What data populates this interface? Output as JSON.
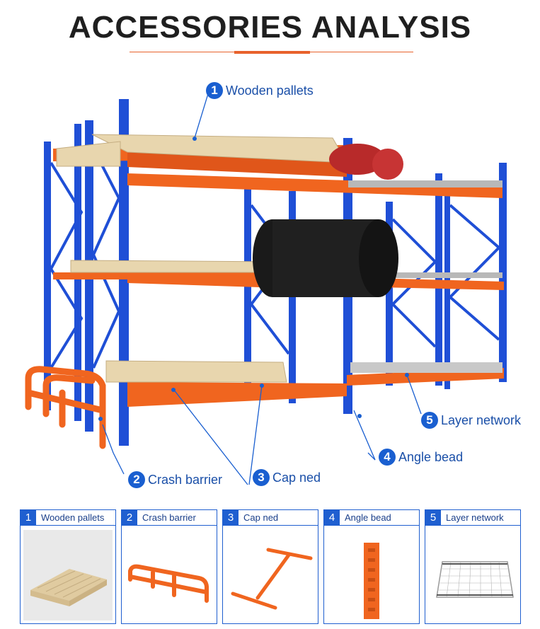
{
  "header": {
    "title": "ACCESSORIES ANALYSIS"
  },
  "callouts": [
    {
      "num": "1",
      "label": "Wooden pallets"
    },
    {
      "num": "2",
      "label": "Crash barrier"
    },
    {
      "num": "3",
      "label": "Cap ned"
    },
    {
      "num": "4",
      "label": "Angle bead"
    },
    {
      "num": "5",
      "label": "Layer network"
    }
  ],
  "cards": [
    {
      "num": "1",
      "label": "Wooden pallets"
    },
    {
      "num": "2",
      "label": "Crash barrier"
    },
    {
      "num": "3",
      "label": "Cap ned"
    },
    {
      "num": "4",
      "label": "Angle bead"
    },
    {
      "num": "5",
      "label": "Layer network"
    }
  ],
  "colors": {
    "upright_blue": "#1f4fd6",
    "beam_orange": "#f0651f",
    "accent_blue": "#1a5fd0",
    "pallet_wood": "#e8d6ae"
  }
}
